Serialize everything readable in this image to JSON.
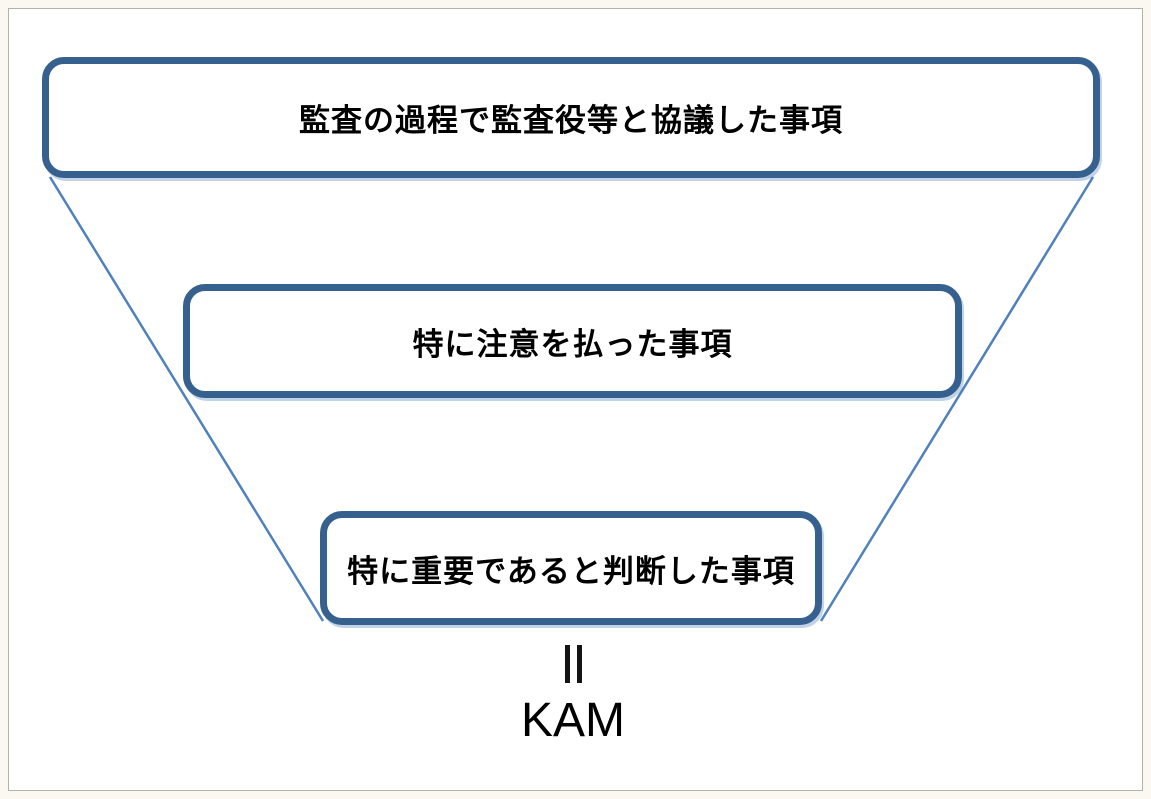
{
  "diagram": {
    "description": "funnel-diagram-kam",
    "levels": [
      {
        "label": "監査の過程で監査役等と協議した事項"
      },
      {
        "label": "特に注意を払った事項"
      },
      {
        "label": "特に重要であると判断した事項"
      }
    ],
    "equals_symbol": "‖",
    "equals_icon": "double-vertical-bar-equals",
    "result_label": "KAM"
  },
  "colors": {
    "box_border": "#36618F",
    "box_fill": "#FFFFFF",
    "connector_line": "#4F81BD",
    "box_shadow": "rgba(79,129,189,0.35)",
    "panel_border": "#B5B2AA",
    "panel_fill": "#FFFFFF",
    "page_background": "#FAF8F0",
    "text": "#000000"
  }
}
